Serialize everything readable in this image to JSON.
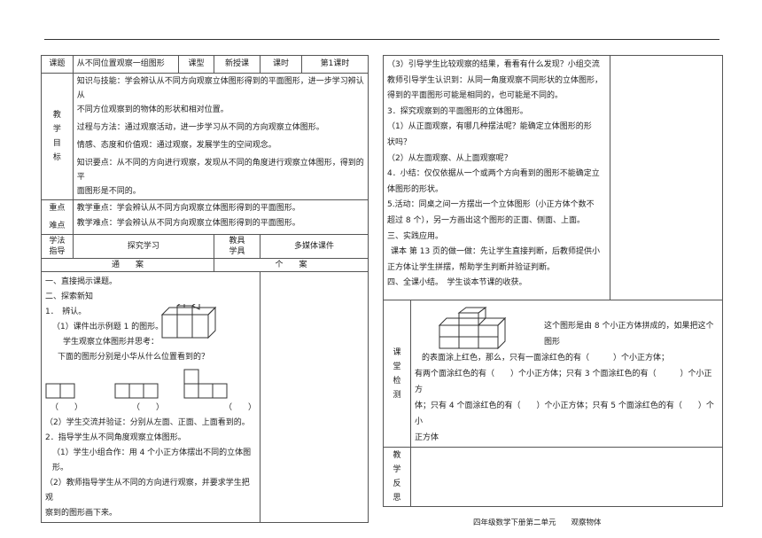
{
  "header": {
    "label_topic": "课题",
    "topic": "从不同位置观察一组图形",
    "label_type": "课型",
    "type": "新授课",
    "label_period": "课时",
    "period": "第1课时"
  },
  "goals": {
    "label": [
      "教",
      "学",
      "目",
      "标"
    ],
    "lines": [
      "知识与技能：学会辨认从不同方向观察立体图形得到的平面图形，进一步学习辨认从",
      "不同方位观察到的物体的形状和相对位置。",
      "过程与方法：通过观察活动，进一步学习从不同的方向观察立体图形。",
      "情感、态度和价值观：通过观察，发展学生的空间观念。",
      "知识要点：从不同的方向进行观察，发现从不同的角度进行观察立体图形，得到的平",
      "面图形是不同的。"
    ]
  },
  "key": {
    "label": [
      "重点",
      "难点"
    ],
    "lines": [
      "教学重点：学会辨认从不同方向观察立体图形得到的平面图形。",
      "教学难点：学会辨认从不同方向观察立体图形得到的平面图形。"
    ]
  },
  "method": {
    "label": [
      "学法",
      "指导"
    ],
    "value": "探究学习",
    "label_tools": [
      "教具",
      "学具"
    ],
    "tools": "多媒体课件"
  },
  "case_headers": {
    "common": "通　　案",
    "individual": "个　　案"
  },
  "left_body": {
    "l1": "一、直接揭示课题。",
    "l2": "二、探索新知",
    "l3": "1．　辨认。",
    "l4": "（1）课件出示例题 1 的图形。",
    "l5": "学生观察立体图形并思考：",
    "l6": "下面的图形分别是小华从什么位置看到的？",
    "paren": [
      "（　　）",
      "（　　）",
      "（　　）"
    ],
    "l7": "（2）学生交流并验证：分别从左面、正面、上面看到的。",
    "l8": "2．指导学生从不同角度观察立体图形。",
    "l9": "（1）学生小组合作：用 4 个小正方体摆出不同的立体图形。",
    "l10": "（2）教师指导学生从不同的方向进行观察，并要求学生把观",
    "l11": "察到的图形画下来。"
  },
  "right_body": {
    "lines": [
      "（3）引导学生比较观察的结果，看看有什么发现？小组交流",
      "教师引导学生认识到：从同一角度观察不同形状的立体图形，",
      "得到的平面图形可能是相同的，也可能是不同的。",
      "3．探究观察到的平面图形的立体图形。",
      "（1）从正面观察，有哪几种摆法呢？能确定立体图形的形",
      "状吗？",
      "（2）从左面观察、从上面观察呢？",
      "4．小结：仅仅依据从一个或两个方向看到的图形不能确定立",
      "体图形的形状。",
      "5.活动：同桌之间一方摆出一个立体图形（小正方体个数不",
      "超过 8 个），另一方画出这个图形的正面、侧面、上面。",
      "三、实践应用。",
      "课本 第 13 页的做一做：先让学生直接判断，后教师提供小",
      "正方体让学生拼摆，帮助学生判断并验证判断。",
      "四、全课小结。　学生谈本节课的收获。"
    ]
  },
  "classroom_test": {
    "label": [
      "课",
      "堂",
      "检",
      "测"
    ],
    "q1": "这个图形是由 8 个小正方体拼成的，如果把这个图形",
    "q2": "的表面涂上红色，那么，只有一面涂红色的有（　　　）个小正方体；",
    "q3": "有两个面涂红色的有（　　）个小正方体；只有 3 个面涂红色的有（　　　）个小正方",
    "q4": "体；只有 4 个面涂红色的有（　　）个小正方体；只有 5 个面涂红色的有（　　）个小",
    "q5": "正方体"
  },
  "reflection": {
    "label": [
      "教",
      "学",
      "反",
      "思"
    ]
  },
  "footer": "四年级数学下册第二单元　　观察物体"
}
